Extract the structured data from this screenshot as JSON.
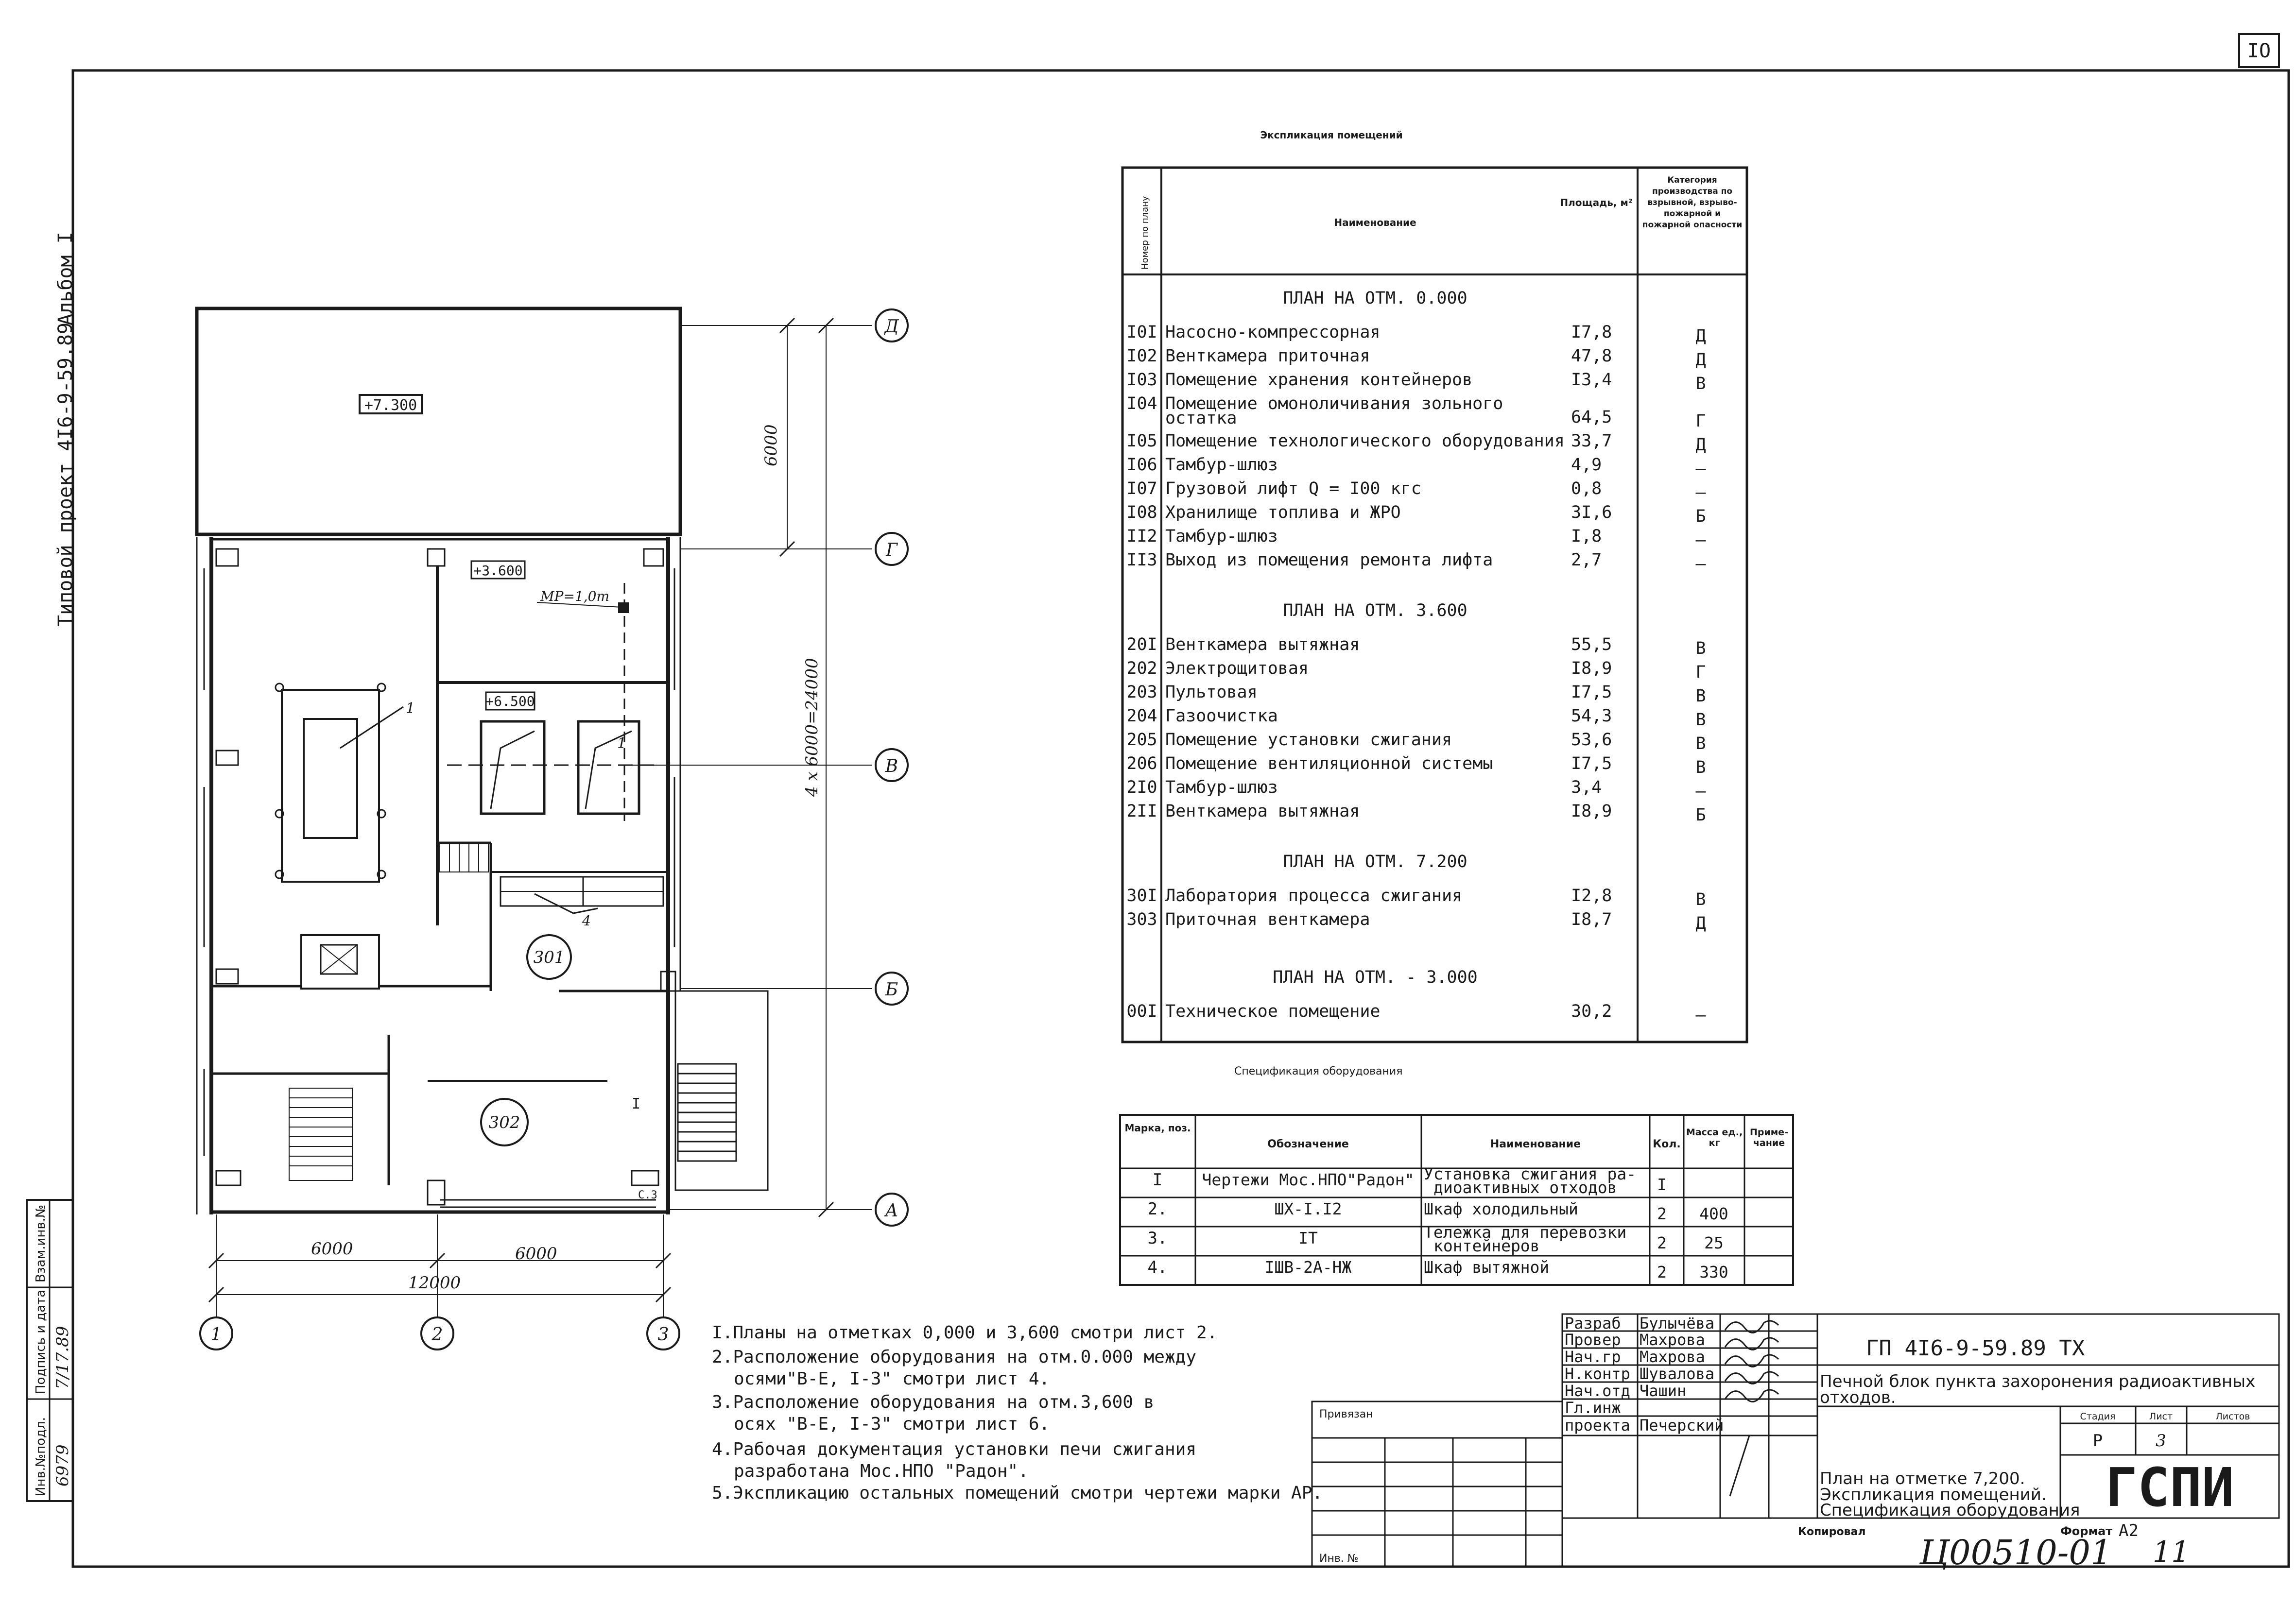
{
  "sheet": {
    "sheet_no": "IO",
    "side_project": "Типовой проект 4I6-9-59.89",
    "side_album": "Альбом I",
    "side_stamp_labels": [
      "Инв.№подл.",
      "Подпись и дата",
      "Взам.инв.№"
    ],
    "side_stamp_values": [
      "6979",
      "7/17.89"
    ],
    "copied": "Копировал",
    "format_label": "Формат",
    "format_value": "А2",
    "handwritten_code": "Ц00510-01",
    "handwritten_num": "11"
  },
  "plan": {
    "axes_rows": [
      "Д",
      "Г",
      "В",
      "Б",
      "А"
    ],
    "axes_cols": [
      "1",
      "2",
      "3"
    ],
    "dim_top": "6000",
    "dim_total": "4 х 6000=24000",
    "dim_left": "6000",
    "dim_right": "6000",
    "dim_overall": "12000",
    "level_roof": "+7.300",
    "level_mid": "+3.600",
    "level_platform": "+6.500",
    "hoist": "МР=1,0т",
    "room_301": "301",
    "room_302": "302",
    "pos_1a": "1",
    "pos_1b": "1",
    "pos_4": "4",
    "stair_mark": "I",
    "sz": "С.З"
  },
  "rooms_table": {
    "title": "Экспликация помещений",
    "col_no": "Номер по плану",
    "col_name": "Наименование",
    "col_area": "Площадь, м²",
    "col_category": "Категория производства по взрывной, взрыво-пожарной и пожарной опасности",
    "sections": [
      {
        "heading": "ПЛАН НА ОТМ. 0.000",
        "rows": [
          {
            "no": "I0I",
            "name": "Насосно-компрессорная",
            "area": "I7,8",
            "cat": "Д"
          },
          {
            "no": "I02",
            "name": "Венткамера приточная",
            "area": "47,8",
            "cat": "Д"
          },
          {
            "no": "I03",
            "name": "Помещение хранения контейнеров",
            "area": "I3,4",
            "cat": "В"
          },
          {
            "no": "I04",
            "name": "Помещение омоноличивания зольного",
            "name2": "остатка",
            "area": "64,5",
            "cat": "Г"
          },
          {
            "no": "I05",
            "name": "Помещение технологического оборудования",
            "area": "33,7",
            "cat": "Д"
          },
          {
            "no": "I06",
            "name": "Тамбур-шлюз",
            "area": "4,9",
            "cat": "–"
          },
          {
            "no": "I07",
            "name": "Грузовой лифт Q = I00 кгс",
            "area": "0,8",
            "cat": "–"
          },
          {
            "no": "I08",
            "name": "Хранилище топлива и ЖРО",
            "area": "3I,6",
            "cat": "Б"
          },
          {
            "no": "II2",
            "name": "Тамбур-шлюз",
            "area": "I,8",
            "cat": "–"
          },
          {
            "no": "II3",
            "name": "Выход из помещения ремонта лифта",
            "area": "2,7",
            "cat": "–"
          }
        ]
      },
      {
        "heading": "ПЛАН НА ОТМ. 3.600",
        "rows": [
          {
            "no": "20I",
            "name": "Венткамера вытяжная",
            "area": "55,5",
            "cat": "В"
          },
          {
            "no": "202",
            "name": "Электрощитовая",
            "area": "I8,9",
            "cat": "Г"
          },
          {
            "no": "203",
            "name": "Пультовая",
            "area": "I7,5",
            "cat": "В"
          },
          {
            "no": "204",
            "name": "Газоочистка",
            "area": "54,3",
            "cat": "В"
          },
          {
            "no": "205",
            "name": "Помещение установки сжигания",
            "area": "53,6",
            "cat": "В"
          },
          {
            "no": "206",
            "name": "Помещение вентиляционной системы",
            "area": "I7,5",
            "cat": "В"
          },
          {
            "no": "2I0",
            "name": "Тамбур-шлюз",
            "area": "3,4",
            "cat": "–"
          },
          {
            "no": "2II",
            "name": "Венткамера вытяжная",
            "area": "I8,9",
            "cat": "Б"
          }
        ]
      },
      {
        "heading": "ПЛАН НА ОТМ. 7.200",
        "rows": [
          {
            "no": "30I",
            "name": "Лаборатория процесса сжигания",
            "area": "I2,8",
            "cat": "В"
          },
          {
            "no": "303",
            "name": "Приточная венткамера",
            "area": "I8,7",
            "cat": "Д"
          }
        ]
      },
      {
        "heading": "ПЛАН НА ОТМ. - 3.000",
        "rows": [
          {
            "no": "00I",
            "name": "Техническое помещение",
            "area": "30,2",
            "cat": "—"
          }
        ]
      }
    ]
  },
  "equipment_table": {
    "title": "Спецификация оборудования",
    "headers": [
      "Марка, поз.",
      "Обозначение",
      "Наименование",
      "Кол.",
      "Масса ед., кг",
      "Приме-чание"
    ],
    "rows": [
      {
        "pos": "I",
        "code": "Чертежи Мос.НПО\"Радон\"",
        "name": "Установка сжигания ра-",
        "name2": "диоактивных отходов",
        "qty": "I",
        "mass": "",
        "note": ""
      },
      {
        "pos": "2.",
        "code": "ШХ-I.I2",
        "name": "Шкаф холодильный",
        "name2": "",
        "qty": "2",
        "mass": "400",
        "note": ""
      },
      {
        "pos": "3.",
        "code": "IТ",
        "name": "Тележка для перевозки",
        "name2": "контейнеров",
        "qty": "2",
        "mass": "25",
        "note": ""
      },
      {
        "pos": "4.",
        "code": "IШВ-2А-НЖ",
        "name": "Шкаф вытяжной",
        "name2": "",
        "qty": "2",
        "mass": "330",
        "note": ""
      }
    ]
  },
  "notes": [
    "I.Планы на отметках 0,000 и 3,600 смотри лист 2.",
    "2.Расположение оборудования на отм.0.000 между",
    "осями\"В-Е, I-3\" смотри лист 4.",
    "3.Расположение оборудования на отм.3,600 в",
    "осях \"В-Е, I-3\" смотри лист 6.",
    "4.Рабочая документация установки печи сжигания",
    "разработана Мос.НПО \"Радон\".",
    "5.Экспликацию остальных помещений смотри чертежи марки АР."
  ],
  "title_block": {
    "bound_label": "Привязан",
    "inv_label": "Инв. №",
    "roles": [
      "Разраб",
      "Провер",
      "Нач.гр",
      "Н.контр",
      "Нач.отд",
      "Гл.инж",
      "проекта"
    ],
    "names": [
      "Булычёва",
      "Махрова",
      "Махрова",
      "Шувалова",
      "Чашин",
      "",
      "Печерский"
    ],
    "doc_code": "ГП     4I6-9-59.89  ТХ",
    "object_line1": "Печной блок пункта захоронения радиоактивных",
    "object_line2": "отходов.",
    "stage_label": "Стадия",
    "sheet_label": "Лист",
    "sheets_label": "Листов",
    "stage": "Р",
    "sheet": "3",
    "sheets": "",
    "sheet_title_1": "План на отметке 7,200.",
    "sheet_title_2": "Экспликация помещений.",
    "sheet_title_3": "Спецификация оборудования",
    "org": "ГСПИ"
  }
}
